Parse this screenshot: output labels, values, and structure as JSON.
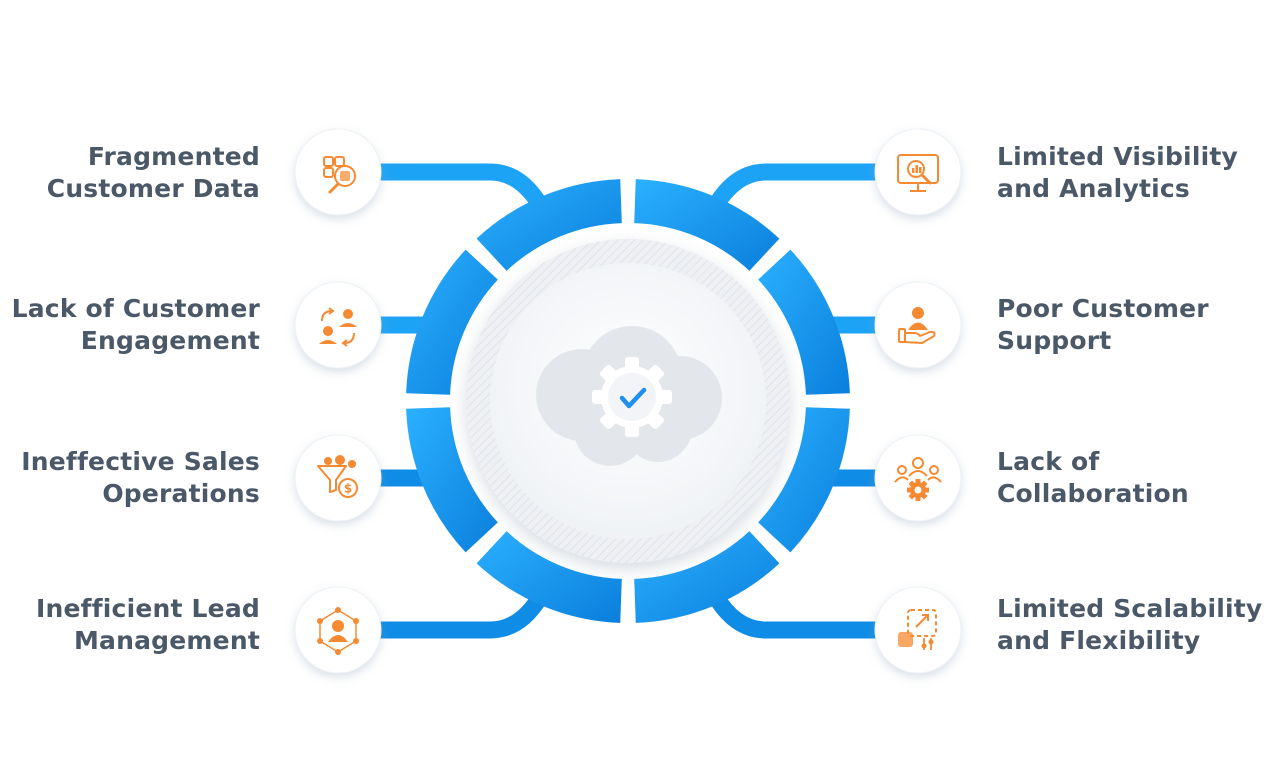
{
  "diagram": {
    "colors": {
      "text": "#4a5868",
      "ring_light": "#27a6f8",
      "ring_dark": "#0b84df",
      "icon": "#f58a32",
      "check": "#1f8ff0",
      "cloud": "#e3e7ec"
    },
    "center_icon": "cloud-gear-check-icon",
    "left_items": [
      {
        "id": "fragmented-customer-data",
        "lines": [
          "Fragmented",
          "Customer Data"
        ],
        "icon": "data-search-icon"
      },
      {
        "id": "lack-of-customer-engagement",
        "lines": [
          "Lack of Customer",
          "Engagement"
        ],
        "icon": "engagement-exchange-icon"
      },
      {
        "id": "ineffective-sales-operations",
        "lines": [
          "Ineffective Sales",
          "Operations"
        ],
        "icon": "sales-funnel-icon"
      },
      {
        "id": "inefficient-lead-management",
        "lines": [
          "Inefficient Lead",
          "Management"
        ],
        "icon": "lead-network-icon"
      }
    ],
    "right_items": [
      {
        "id": "limited-visibility-and-analytics",
        "lines": [
          "Limited Visibility",
          "and Analytics"
        ],
        "icon": "analytics-monitor-icon"
      },
      {
        "id": "poor-customer-support",
        "lines": [
          "Poor Customer",
          "Support"
        ],
        "icon": "customer-support-icon"
      },
      {
        "id": "lack-of-collaboration",
        "lines": [
          "Lack of",
          "Collaboration"
        ],
        "icon": "team-collaboration-icon"
      },
      {
        "id": "limited-scalability-and-flexibility",
        "lines": [
          "Limited Scalability",
          "and Flexibility"
        ],
        "icon": "scalability-icon"
      }
    ]
  }
}
